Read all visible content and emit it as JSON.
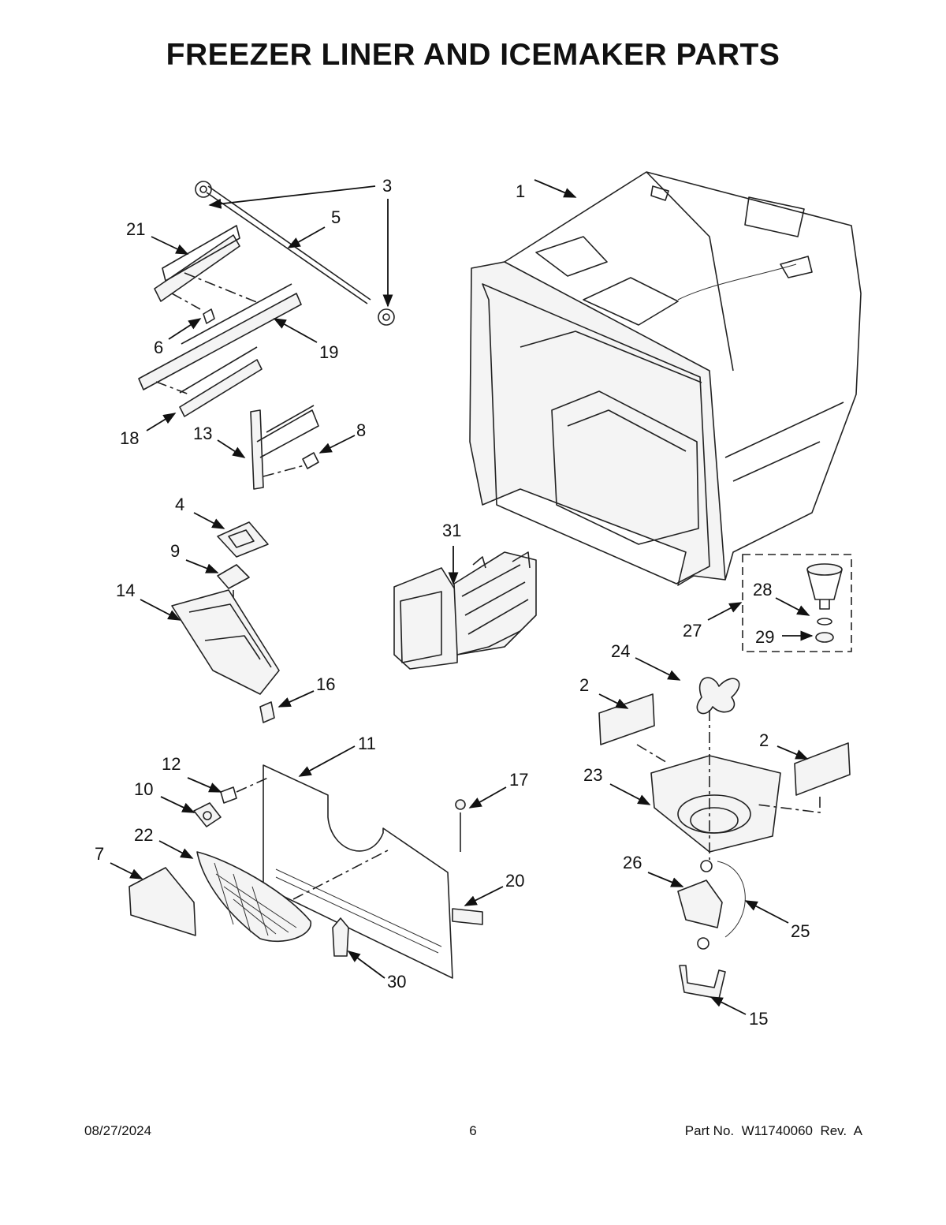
{
  "title": "FREEZER LINER AND ICEMAKER PARTS",
  "callouts": [
    "1",
    "2",
    "2",
    "3",
    "4",
    "5",
    "6",
    "7",
    "8",
    "9",
    "10",
    "11",
    "12",
    "13",
    "14",
    "15",
    "16",
    "17",
    "18",
    "19",
    "20",
    "21",
    "22",
    "23",
    "24",
    "25",
    "26",
    "27",
    "28",
    "29",
    "30",
    "31"
  ],
  "footer": {
    "date": "08/27/2024",
    "page": "6",
    "part_no": "Part No.  W11740060  Rev.  A"
  }
}
